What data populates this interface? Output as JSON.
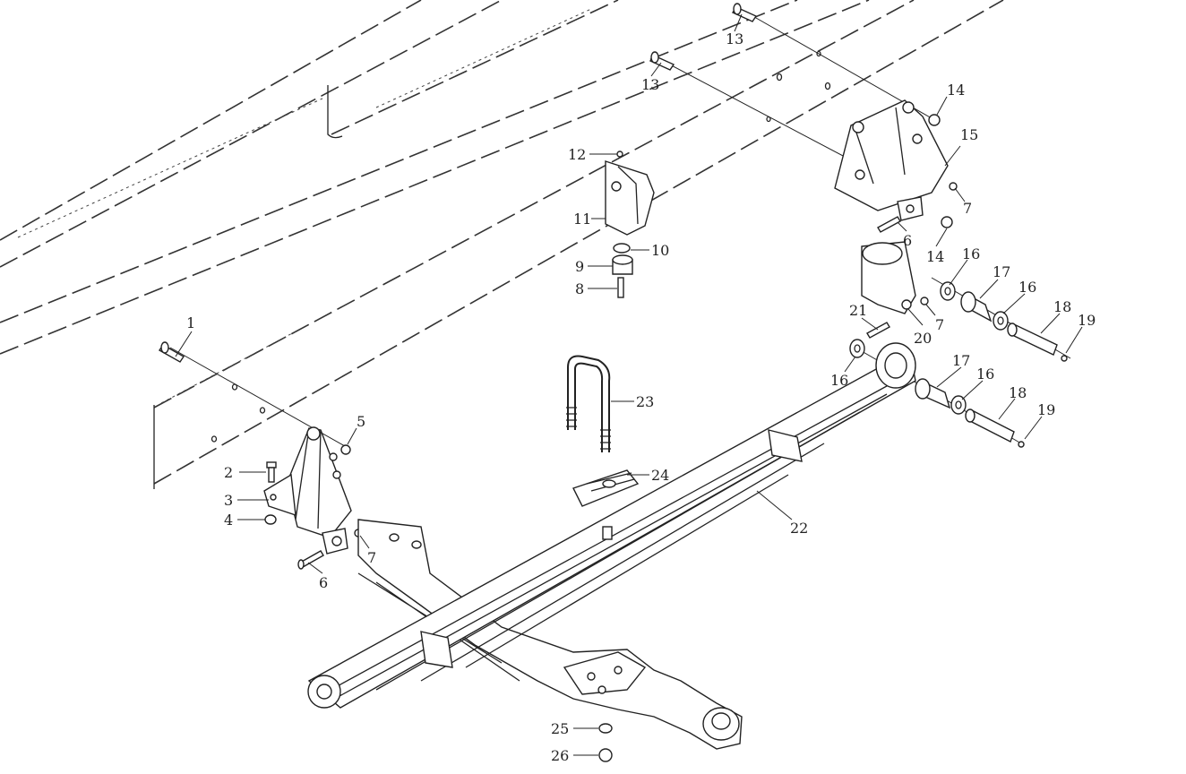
{
  "callouts": [
    {
      "id": "c1",
      "text": "1"
    },
    {
      "id": "c2",
      "text": "2"
    },
    {
      "id": "c3",
      "text": "3"
    },
    {
      "id": "c4",
      "text": "4"
    },
    {
      "id": "c5",
      "text": "5"
    },
    {
      "id": "c6a",
      "text": "6"
    },
    {
      "id": "c6b",
      "text": "6"
    },
    {
      "id": "c7a",
      "text": "7"
    },
    {
      "id": "c7b",
      "text": "7"
    },
    {
      "id": "c7c",
      "text": "7"
    },
    {
      "id": "c8",
      "text": "8"
    },
    {
      "id": "c9",
      "text": "9"
    },
    {
      "id": "c10",
      "text": "10"
    },
    {
      "id": "c11",
      "text": "11"
    },
    {
      "id": "c12",
      "text": "12"
    },
    {
      "id": "c13a",
      "text": "13"
    },
    {
      "id": "c13b",
      "text": "13"
    },
    {
      "id": "c14a",
      "text": "14"
    },
    {
      "id": "c14b",
      "text": "14"
    },
    {
      "id": "c15",
      "text": "15"
    },
    {
      "id": "c16a",
      "text": "16"
    },
    {
      "id": "c16b",
      "text": "16"
    },
    {
      "id": "c16c",
      "text": "16"
    },
    {
      "id": "c16d",
      "text": "16"
    },
    {
      "id": "c17a",
      "text": "17"
    },
    {
      "id": "c17b",
      "text": "17"
    },
    {
      "id": "c18a",
      "text": "18"
    },
    {
      "id": "c18b",
      "text": "18"
    },
    {
      "id": "c19a",
      "text": "19"
    },
    {
      "id": "c19b",
      "text": "19"
    },
    {
      "id": "c20",
      "text": "20"
    },
    {
      "id": "c21",
      "text": "21"
    },
    {
      "id": "c22",
      "text": "22"
    },
    {
      "id": "c23",
      "text": "23"
    },
    {
      "id": "c24",
      "text": "24"
    },
    {
      "id": "c25",
      "text": "25"
    },
    {
      "id": "c26",
      "text": "26"
    }
  ]
}
